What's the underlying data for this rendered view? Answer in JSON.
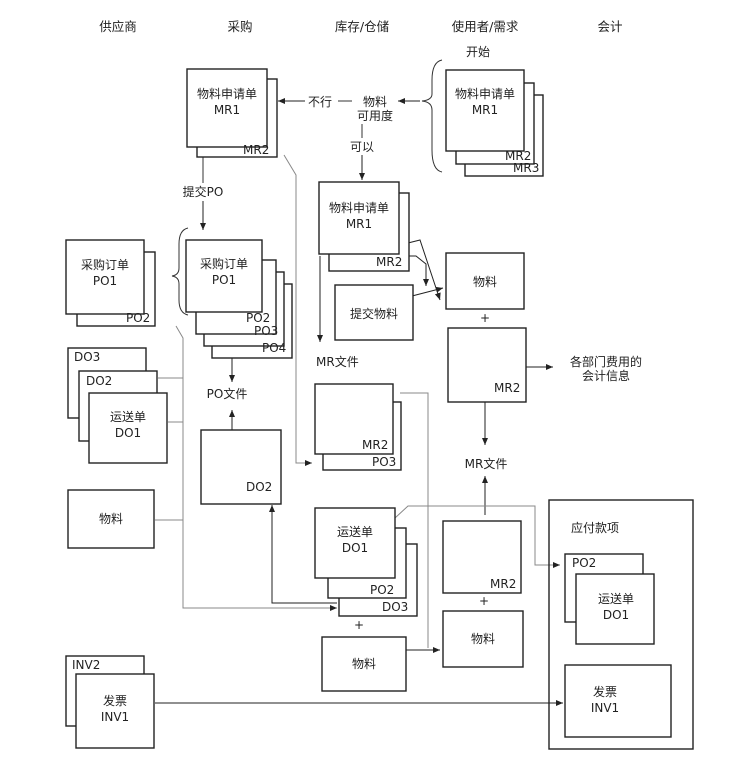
{
  "lanes": [
    "供应商",
    "采购",
    "库存/仓储",
    "使用者/需求",
    "会计"
  ],
  "user": {
    "start": "开始",
    "mr_title": "物料申请单",
    "mr1": "MR1",
    "mr2": "MR2",
    "mr3": "MR3"
  },
  "availability": {
    "label_line1": "物料",
    "label_line2": "可用度",
    "no": "不行",
    "yes": "可以"
  },
  "purchasing": {
    "mr_title": "物料申请单",
    "mr1": "MR1",
    "mr2": "MR2",
    "submit_po": "提交PO",
    "po_title": "采购订单",
    "po1": "PO1",
    "po2": "PO2",
    "po3": "PO3",
    "po4": "PO4",
    "po_file": "PO文件",
    "do2": "DO2"
  },
  "supplier": {
    "po_title": "采购订单",
    "po1": "PO1",
    "po2": "PO2",
    "do3": "DO3",
    "do2": "DO2",
    "delivery_title": "运送单",
    "do1": "DO1",
    "material": "物料",
    "inv2": "INV2",
    "invoice_title": "发票",
    "inv1": "INV1"
  },
  "inventory": {
    "mr_title": "物料申请单",
    "mr1": "MR1",
    "mr2": "MR2",
    "submit_material": "提交物料",
    "mr_file": "MR文件",
    "file_mr2": "MR2",
    "file_po3": "PO3",
    "delivery_title": "运送单",
    "do1": "DO1",
    "po2": "PO2",
    "do3": "DO3",
    "plus": "+",
    "material": "物料"
  },
  "demand": {
    "material_top": "物料",
    "plus_top": "+",
    "mr2_top": "MR2",
    "mr_file": "MR文件",
    "mr2_bottom": "MR2",
    "plus_bottom": "+",
    "material_bottom": "物料"
  },
  "accounting": {
    "dept_cost_line1": "各部门费用的",
    "dept_cost_line2": "会计信息",
    "payables": "应付款项",
    "po2": "PO2",
    "delivery_title": "运送单",
    "do1": "DO1",
    "invoice_title": "发票",
    "inv1": "INV1"
  }
}
